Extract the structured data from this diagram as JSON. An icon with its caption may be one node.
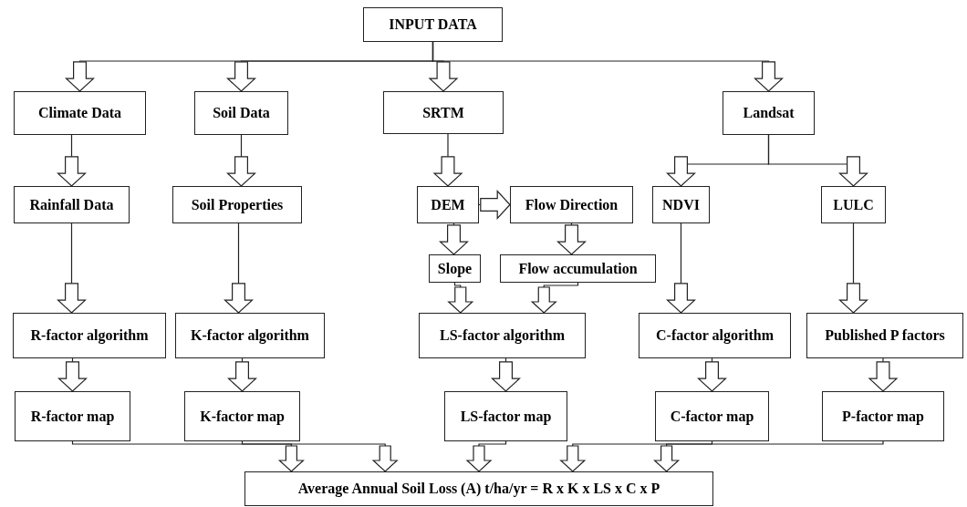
{
  "diagram": {
    "nodes": [
      {
        "text": [
          "INPUT DATA"
        ]
      },
      {
        "text": [
          "Climate Data"
        ]
      },
      {
        "text": [
          "Soil Data"
        ]
      },
      {
        "text": [
          "SRTM"
        ]
      },
      {
        "text": [
          "Landsat"
        ]
      },
      {
        "text": [
          "Rainfall Data"
        ]
      },
      {
        "text": [
          "Soil Properties"
        ]
      },
      {
        "text": [
          "DEM"
        ]
      },
      {
        "text": [
          "Flow Direction"
        ]
      },
      {
        "text": [
          "NDVI"
        ]
      },
      {
        "text": [
          "LULC"
        ]
      },
      {
        "text": [
          "Slope"
        ]
      },
      {
        "text": [
          "Flow accumulation"
        ]
      },
      {
        "text": [
          "R-factor algorithm"
        ]
      },
      {
        "text": [
          "K-factor algorithm"
        ]
      },
      {
        "text": [
          "LS-factor algorithm"
        ]
      },
      {
        "text": [
          "C-factor algorithm"
        ]
      },
      {
        "text": [
          "Published P factors"
        ]
      },
      {
        "text": [
          "R-factor map"
        ]
      },
      {
        "text": [
          "K-factor map"
        ]
      },
      {
        "text": [
          "LS-factor map"
        ]
      },
      {
        "text": [
          "C-factor map"
        ]
      },
      {
        "text": [
          "P-factor map"
        ]
      },
      {
        "text": [
          "Average Annual Soil Loss (A) t/ha/yr = R x K x LS x C x P"
        ]
      }
    ],
    "edges": [
      {
        "from": 0,
        "to": 1,
        "arrow": "to"
      },
      {
        "from": 0,
        "to": 2,
        "arrow": "to"
      },
      {
        "from": 0,
        "to": 3,
        "arrow": "to"
      },
      {
        "from": 0,
        "to": 4,
        "arrow": "to"
      },
      {
        "from": 1,
        "to": 5,
        "arrow": "to"
      },
      {
        "from": 2,
        "to": 6,
        "arrow": "to"
      },
      {
        "from": 3,
        "to": 7,
        "arrow": "to"
      },
      {
        "from": 4,
        "to": 9,
        "arrow": "to"
      },
      {
        "from": 4,
        "to": 10,
        "arrow": "to"
      },
      {
        "from": 7,
        "to": 8,
        "arrow": "to"
      },
      {
        "from": 7,
        "to": 11,
        "arrow": "to"
      },
      {
        "from": 8,
        "to": 12,
        "arrow": "to"
      },
      {
        "from": 5,
        "to": 13,
        "arrow": "to"
      },
      {
        "from": 6,
        "to": 14,
        "arrow": "to"
      },
      {
        "from": 11,
        "to": 15,
        "arrow": "to"
      },
      {
        "from": 12,
        "to": 15,
        "arrow": "to"
      },
      {
        "from": 9,
        "to": 16,
        "arrow": "to"
      },
      {
        "from": 10,
        "to": 17,
        "arrow": "to"
      },
      {
        "from": 13,
        "to": 18,
        "arrow": "to"
      },
      {
        "from": 14,
        "to": 19,
        "arrow": "to"
      },
      {
        "from": 15,
        "to": 20,
        "arrow": "to"
      },
      {
        "from": 16,
        "to": 21,
        "arrow": "to"
      },
      {
        "from": 17,
        "to": 22,
        "arrow": "to"
      },
      {
        "from": 18,
        "to": 23,
        "arrow": "to"
      },
      {
        "from": 19,
        "to": 23,
        "arrow": "to"
      },
      {
        "from": 20,
        "to": 23,
        "arrow": "to"
      },
      {
        "from": 21,
        "to": 23,
        "arrow": "to"
      },
      {
        "from": 22,
        "to": 23,
        "arrow": "to"
      }
    ]
  }
}
